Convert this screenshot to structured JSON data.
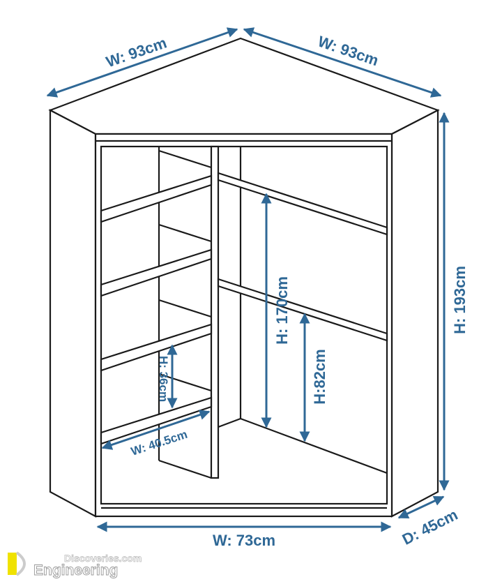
{
  "dimensions": {
    "top_left_width": "W: 93cm",
    "top_right_width": "W: 93cm",
    "total_height": "H: 193cm",
    "front_width": "W: 73cm",
    "depth": "D: 45cm",
    "hanging_height_long": "H: 170cm",
    "hanging_height_short": "H:82cm",
    "shelf_height": "H: 36cm",
    "shelf_width": "W: 40.5cm"
  },
  "colors": {
    "dimension": "#2f6896",
    "line": "#1a1a1a",
    "logo": "#f0e200"
  },
  "watermark": {
    "line1": "Discoveries.com",
    "line2": "Engineering",
    "logo_letters": "ED"
  }
}
